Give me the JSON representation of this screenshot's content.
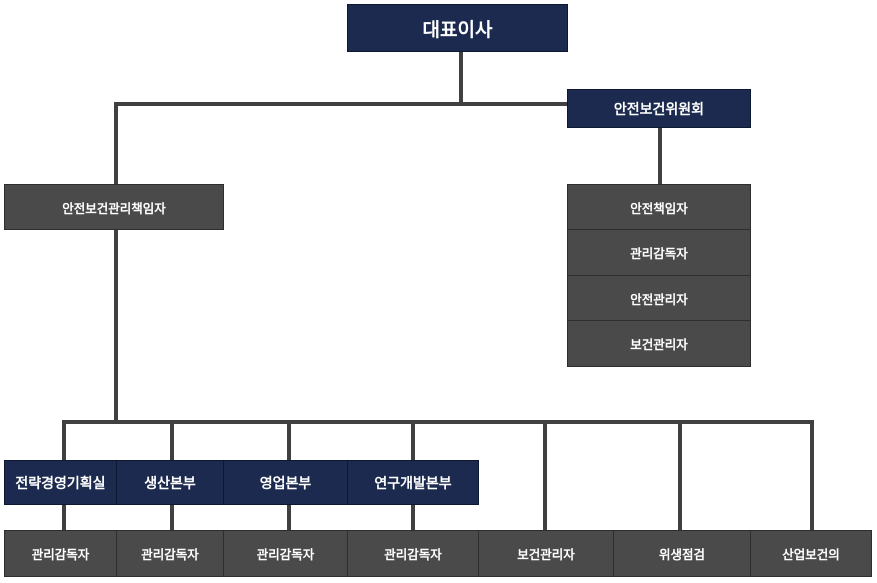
{
  "ceo": "대표이사",
  "committee": "안전보건위원회",
  "officer": "안전보건관리책임자",
  "committee_members": [
    "안전책임자",
    "관리감독자",
    "안전관리자",
    "보건관리자"
  ],
  "divisions": [
    "전략경영기획실",
    "생산본부",
    "영업본부",
    "연구개발본부"
  ],
  "division_staff": [
    "관리감독자",
    "관리감독자",
    "관리감독자",
    "관리감독자"
  ],
  "extra_roles": [
    "보건관리자",
    "위생점검",
    "산업보건의"
  ],
  "colors": {
    "navy": "#1b2a4e",
    "gray": "#4a4a4a",
    "line": "#404040"
  }
}
